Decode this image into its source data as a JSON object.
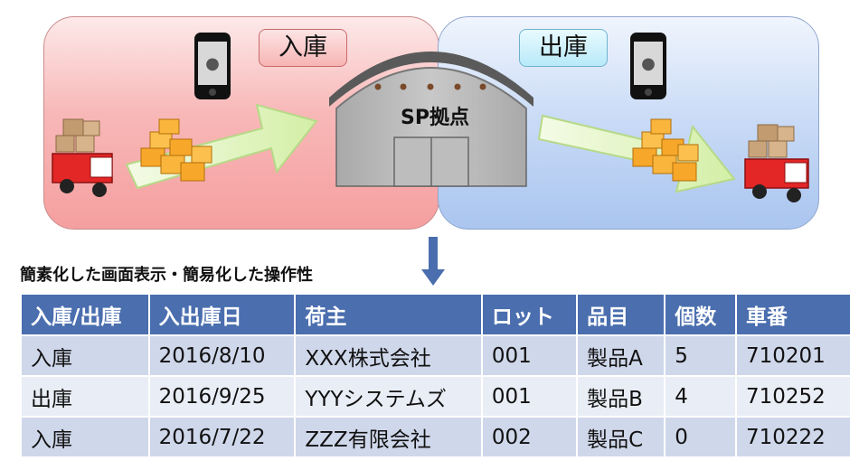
{
  "diagram": {
    "inbound_label": "入庫",
    "outbound_label": "出庫",
    "warehouse_label": "SP拠点",
    "phone_icon": "apple-smartphone-icon",
    "colors": {
      "inbound_panel": "#f8b8b8",
      "outbound_panel": "#c8daf6",
      "table_header": "#4a6eae",
      "arrow_down": "#4a6eae"
    }
  },
  "section_heading": "簡素化した画面表示・簡易化した操作性",
  "table": {
    "headers": [
      "入庫/出庫",
      "入出庫日",
      "荷主",
      "ロット",
      "品目",
      "個数",
      "車番"
    ],
    "rows": [
      [
        "入庫",
        "2016/8/10",
        "XXX株式会社",
        "001",
        "製品A",
        "5",
        "710201"
      ],
      [
        "出庫",
        "2016/9/25",
        "YYYシステムズ",
        "001",
        "製品B",
        "4",
        "710252"
      ],
      [
        "入庫",
        "2016/7/22",
        "ZZZ有限会社",
        "002",
        "製品C",
        "0",
        "710222"
      ]
    ]
  }
}
